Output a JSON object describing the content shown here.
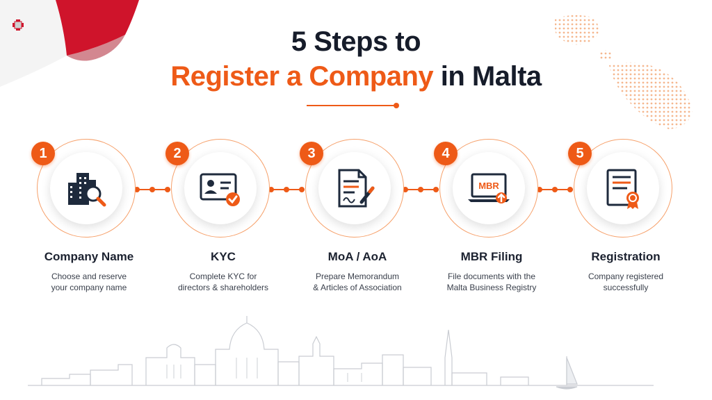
{
  "title": {
    "line1": "5 Steps to",
    "line2_accent": "Register a Company",
    "line2_rest": " in Malta"
  },
  "icon_text": {
    "mbr": "MBR"
  },
  "steps": [
    {
      "number": "1",
      "label": "Company Name",
      "desc1": "Choose and reserve",
      "desc2": "your company name",
      "icon": "building-search-icon"
    },
    {
      "number": "2",
      "label": "KYC",
      "desc1": "Complete KYC for",
      "desc2": "directors & shareholders",
      "icon": "id-card-check-icon"
    },
    {
      "number": "3",
      "label": "MoA / AoA",
      "desc1": "Prepare Memorandum",
      "desc2": "& Articles of Association",
      "icon": "document-signature-icon"
    },
    {
      "number": "4",
      "label": "MBR Filing",
      "desc1": "File documents with the",
      "desc2": "Malta Business Registry",
      "icon": "laptop-upload-icon"
    },
    {
      "number": "5",
      "label": "Registration",
      "desc1": "Company registered",
      "desc2": "successfully",
      "icon": "certificate-icon"
    }
  ],
  "colors": {
    "accent": "#ee5a17",
    "dark": "#161c2a",
    "flag_red": "#cf142b"
  }
}
